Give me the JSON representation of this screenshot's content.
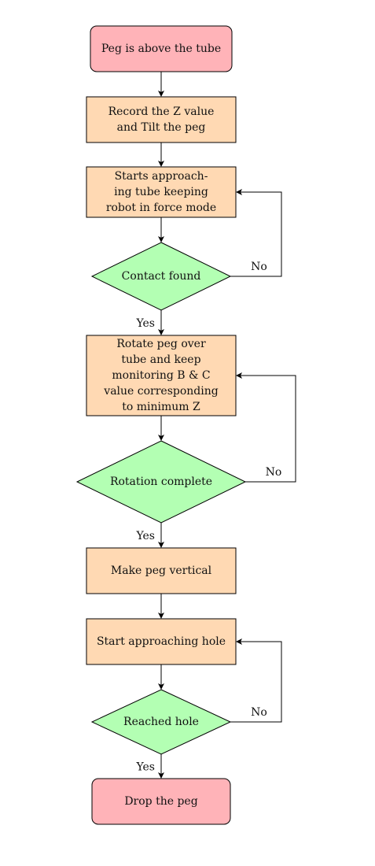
{
  "colors": {
    "terminal": "#ffb3b8",
    "process": "#ffd9b3",
    "decision": "#b3ffb3",
    "stroke": "#000000"
  },
  "nodes": [
    {
      "id": "peg-above-tube",
      "shape": "terminal",
      "lines": [
        "Peg is above the tube"
      ]
    },
    {
      "id": "record-z",
      "shape": "process",
      "lines": [
        "Record the Z value",
        "and Tilt the peg"
      ]
    },
    {
      "id": "approach-tube",
      "shape": "process",
      "lines": [
        "Starts approach-",
        "ing tube keeping",
        "robot in force mode"
      ]
    },
    {
      "id": "contact-found",
      "shape": "decision",
      "lines": [
        "Contact found"
      ]
    },
    {
      "id": "rotate-peg",
      "shape": "process",
      "lines": [
        "Rotate peg over",
        "tube and keep",
        "monitoring B & C",
        "value corresponding",
        "to minimum Z"
      ]
    },
    {
      "id": "rotation-complete",
      "shape": "decision",
      "lines": [
        "Rotation complete"
      ]
    },
    {
      "id": "peg-vertical",
      "shape": "process",
      "lines": [
        "Make peg vertical"
      ]
    },
    {
      "id": "approach-hole",
      "shape": "process",
      "lines": [
        "Start approaching hole"
      ]
    },
    {
      "id": "reached-hole",
      "shape": "decision",
      "lines": [
        "Reached hole"
      ]
    },
    {
      "id": "drop-peg",
      "shape": "terminal",
      "lines": [
        "Drop the peg"
      ]
    }
  ],
  "edges": [
    {
      "from": "peg-above-tube",
      "to": "record-z",
      "label": ""
    },
    {
      "from": "record-z",
      "to": "approach-tube",
      "label": ""
    },
    {
      "from": "approach-tube",
      "to": "contact-found",
      "label": ""
    },
    {
      "from": "contact-found",
      "to": "rotate-peg",
      "label": "Yes"
    },
    {
      "from": "contact-found",
      "to": "approach-tube",
      "label": "No",
      "loop": true
    },
    {
      "from": "rotate-peg",
      "to": "rotation-complete",
      "label": ""
    },
    {
      "from": "rotation-complete",
      "to": "peg-vertical",
      "label": "Yes"
    },
    {
      "from": "rotation-complete",
      "to": "rotate-peg",
      "label": "No",
      "loop": true
    },
    {
      "from": "peg-vertical",
      "to": "approach-hole",
      "label": ""
    },
    {
      "from": "approach-hole",
      "to": "reached-hole",
      "label": ""
    },
    {
      "from": "reached-hole",
      "to": "drop-peg",
      "label": "Yes"
    },
    {
      "from": "reached-hole",
      "to": "approach-hole",
      "label": "No",
      "loop": true
    }
  ]
}
